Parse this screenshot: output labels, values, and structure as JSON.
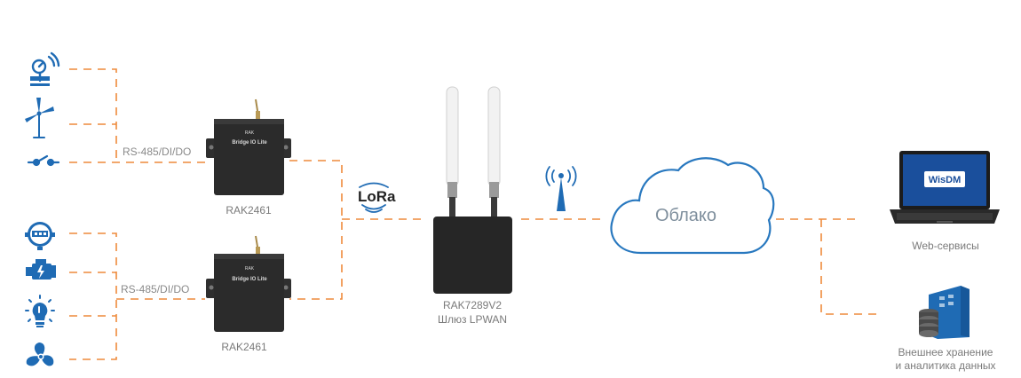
{
  "colors": {
    "line": "#ee8a3b",
    "icon": "#1f6bb4",
    "device_body": "#2a2a2a",
    "cloud_stroke": "#2878bf",
    "label": "#8a8a8a",
    "screen_blue": "#1a4f9c"
  },
  "icons": [
    "pressure-gauge-icon",
    "wind-turbine-icon",
    "switch-icon",
    "water-meter-icon",
    "engine-icon",
    "light-bulb-icon",
    "fan-icon",
    "lora-signal-icon",
    "cell-tower-icon",
    "database-icon"
  ],
  "links": {
    "top": "RS-485/DI/DO",
    "bottom": "RS-485/DI/DO"
  },
  "devices": {
    "top": {
      "name": "RAK2461",
      "brand": "RAK",
      "model": "Bridge IO Lite"
    },
    "bottom": {
      "name": "RAK2461",
      "brand": "RAK",
      "model": "Bridge IO Lite"
    }
  },
  "lora": {
    "text": "LoRa"
  },
  "gateway": {
    "line1": "RAK7289V2",
    "line2": "Шлюз LPWAN"
  },
  "cloud": {
    "label": "Облако"
  },
  "services": {
    "web": {
      "label": "Web-сервисы",
      "screen_logo": "WisDM"
    },
    "storage": {
      "line1": "Внешнее хранение",
      "line2": "и аналитика данных"
    }
  }
}
